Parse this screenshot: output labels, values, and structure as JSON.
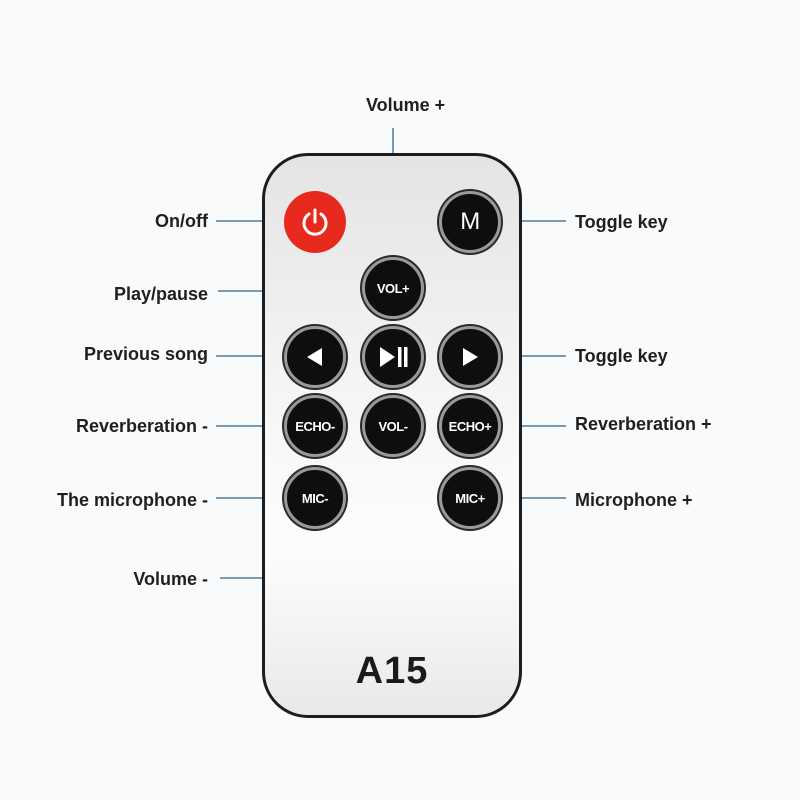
{
  "remote": {
    "model": "A15",
    "buttons": {
      "power": {
        "icon": "power-icon"
      },
      "mode": {
        "label": "M"
      },
      "vol_up": {
        "label": "VOL+"
      },
      "prev": {
        "icon": "triangle-left-icon"
      },
      "play_pause": {
        "icon": "play-pause-icon"
      },
      "next": {
        "icon": "triangle-right-icon"
      },
      "echo_down": {
        "label": "ECHO-"
      },
      "vol_down": {
        "label": "VOL-"
      },
      "echo_up": {
        "label": "ECHO+"
      },
      "mic_down": {
        "label": "MIC-"
      },
      "mic_up": {
        "label": "MIC+"
      }
    }
  },
  "labels": {
    "volume_up": "Volume +",
    "on_off": "On/off",
    "toggle_key_top": "Toggle key",
    "play_pause": "Play/pause",
    "previous_song": "Previous song",
    "toggle_key_mid": "Toggle key",
    "reverb_down": "Reverberation -",
    "reverb_up": "Reverberation +",
    "mic_down": "The microphone -",
    "mic_up": "Microphone +",
    "volume_down": "Volume -"
  },
  "colors": {
    "power": "#e8291e",
    "button": "#0e0e0e",
    "callout_line": "#4f7d9c"
  }
}
